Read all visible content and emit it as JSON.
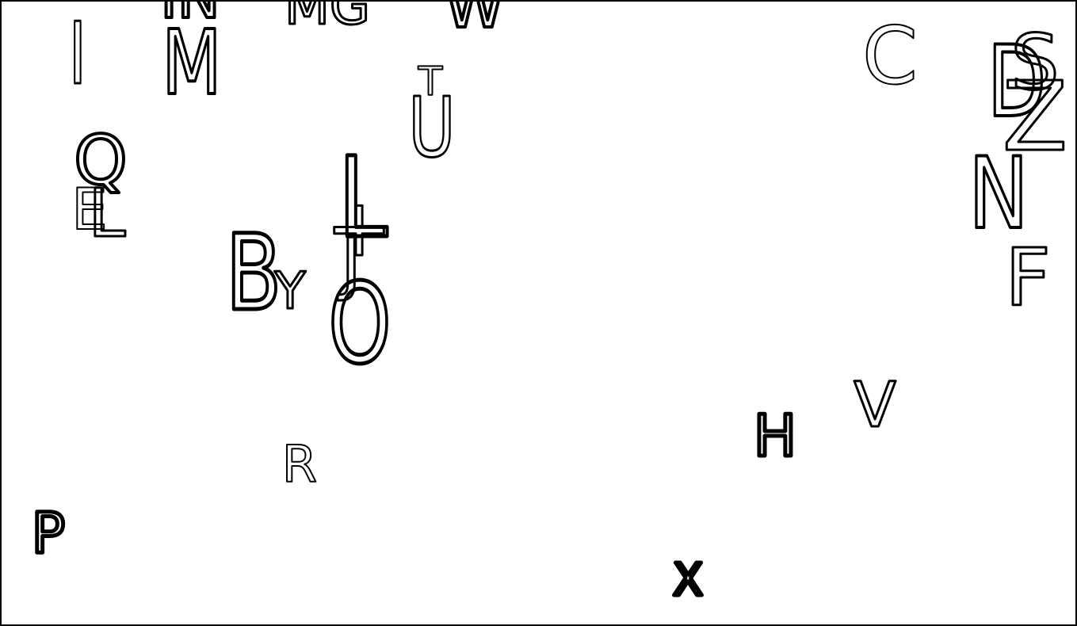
{
  "colors": {
    "background": "#ffffff",
    "ink": "#000000",
    "border": "#000000"
  },
  "letters": [
    {
      "id": "I",
      "char": "I"
    },
    {
      "id": "M-large",
      "char": "M"
    },
    {
      "id": "IN-top",
      "char": "IN"
    },
    {
      "id": "MG-top",
      "char": "MG"
    },
    {
      "id": "W-top",
      "char": "W"
    },
    {
      "id": "T",
      "char": "T"
    },
    {
      "id": "U",
      "char": "U"
    },
    {
      "id": "C",
      "char": "C"
    },
    {
      "id": "D",
      "char": "D"
    },
    {
      "id": "S",
      "char": "S"
    },
    {
      "id": "Z",
      "char": "Z"
    },
    {
      "id": "Q",
      "char": "Q"
    },
    {
      "id": "E",
      "char": "E"
    },
    {
      "id": "L-small",
      "char": "L"
    },
    {
      "id": "L-large",
      "char": "L"
    },
    {
      "id": "plus",
      "char": "+"
    },
    {
      "id": "J",
      "char": "J"
    },
    {
      "id": "N",
      "char": "N"
    },
    {
      "id": "B",
      "char": "B"
    },
    {
      "id": "Y",
      "char": "Y"
    },
    {
      "id": "O",
      "char": "O"
    },
    {
      "id": "F",
      "char": "F"
    },
    {
      "id": "V",
      "char": "V"
    },
    {
      "id": "H",
      "char": "H"
    },
    {
      "id": "R",
      "char": "R"
    },
    {
      "id": "P",
      "char": "P"
    },
    {
      "id": "X",
      "char": "X"
    }
  ]
}
